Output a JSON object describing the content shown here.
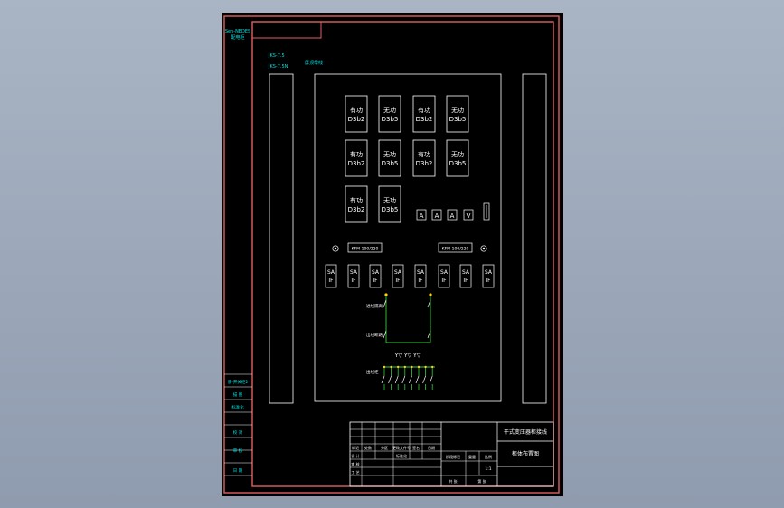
{
  "drawing": {
    "colors": {
      "background": "#000000",
      "frame": "#e06060",
      "lines": "#ffffff",
      "text_cyan": "#00e5e5",
      "wire_green": "#33cc33",
      "dot_yellow": "#ffd400"
    },
    "left_strip": {
      "top_label_1": "Sen-NEDES",
      "top_label_2": "配电柜",
      "cell_labels": [
        "底-开关柜2",
        "描 图",
        "标准化",
        "校 对",
        "审 核",
        "日 期"
      ]
    },
    "header_labels": {
      "lbl_a": "JKS-7.5",
      "lbl_b": "JKS-7.5N",
      "lbl_c": "屏顶母线"
    },
    "meters": [
      {
        "line1": "有功",
        "line2": "D3b2"
      },
      {
        "line1": "无功",
        "line2": "D3b5"
      },
      {
        "line1": "有功",
        "line2": "D3b2"
      },
      {
        "line1": "无功",
        "line2": "D3b5"
      },
      {
        "line1": "有功",
        "line2": "D3b2"
      },
      {
        "line1": "无功",
        "line2": "D3b5"
      },
      {
        "line1": "有功",
        "line2": "D3b2"
      },
      {
        "line1": "无功",
        "line2": "D3b5"
      },
      {
        "line1": "有功",
        "line2": "D3b2"
      },
      {
        "line1": "无功",
        "line2": "D3b5"
      }
    ],
    "small_meters": [
      "A",
      "A",
      "A",
      "V"
    ],
    "tags": [
      "KFM-100/220",
      "KFM-100/220"
    ],
    "switches": [
      "SA\nIF",
      "SA\nIF",
      "SA\nIF",
      "SA\nIF",
      "SA\nIF",
      "SA\nIF",
      "SA\nIF",
      "SA\nIF"
    ],
    "wiring": {
      "upper_label": "进线隔离",
      "lower_label": "出线断路",
      "group_label": "出线柜",
      "transformer_label": "Y▽ Y▽ Y▽",
      "feeder_count": 8
    },
    "title_block": {
      "title": "干式变压器柜接线",
      "drawing_name": "柜体布置图",
      "col_headers": [
        "标记",
        "处数",
        "分区",
        "更改文件号",
        "签名",
        "日期"
      ],
      "rows": [
        "设 计",
        "审 核",
        "工 艺"
      ],
      "stage_label": "阶段标记",
      "weight_label": "重量",
      "scale_label": "比例",
      "scale_value": "1:1",
      "sheet_label": "共 张",
      "sheet_of": "第 张",
      "std_label": "标准化"
    }
  }
}
